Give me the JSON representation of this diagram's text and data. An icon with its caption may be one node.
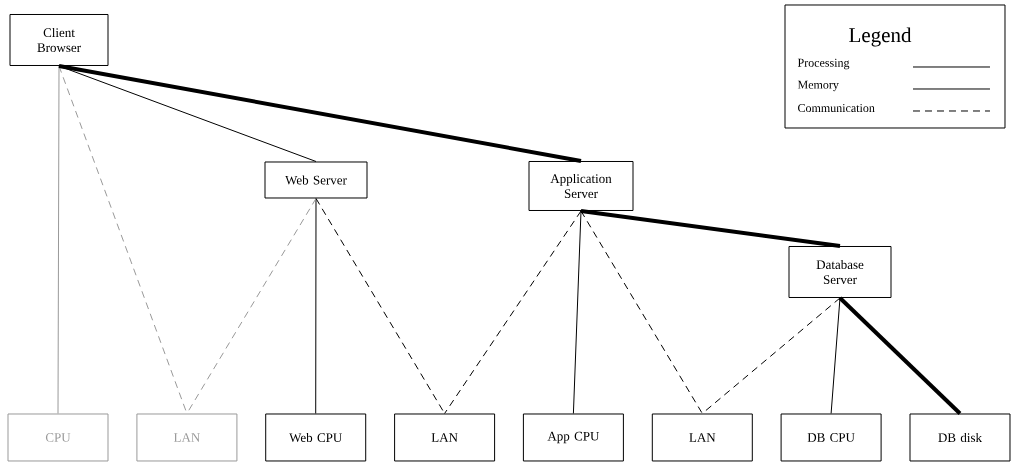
{
  "diagram": {
    "nodes": [
      {
        "text": [
          "Client Browser"
        ]
      },
      {
        "text": [
          "Web Server"
        ]
      },
      {
        "text": [
          "Application Server"
        ]
      },
      {
        "text": [
          "Database Server"
        ]
      },
      {
        "text": [
          "CPU"
        ]
      },
      {
        "text": [
          "LAN"
        ]
      },
      {
        "text": [
          "Web CPU"
        ]
      },
      {
        "text": [
          "LAN"
        ]
      },
      {
        "text": [
          "App CPU"
        ]
      },
      {
        "text": [
          "LAN"
        ]
      },
      {
        "text": [
          "DB CPU"
        ]
      },
      {
        "text": [
          "DB disk"
        ]
      }
    ],
    "edges": [
      {
        "from": 0,
        "to": 4,
        "arrow": "none",
        "color": "#999999"
      },
      {
        "from": 0,
        "to": 5,
        "arrow": "none",
        "style": "dashed",
        "color": "#999999"
      },
      {
        "from": 0,
        "to": 1,
        "arrow": "none"
      },
      {
        "from": 0,
        "to": 2,
        "arrow": "none",
        "style": "thick"
      },
      {
        "from": 1,
        "to": 6,
        "arrow": "none"
      },
      {
        "from": 1,
        "to": 5,
        "arrow": "none",
        "style": "dashed",
        "color": "#999999"
      },
      {
        "from": 1,
        "to": 7,
        "arrow": "none",
        "style": "dashed"
      },
      {
        "from": 2,
        "to": 7,
        "arrow": "none",
        "style": "dashed"
      },
      {
        "from": 2,
        "to": 8,
        "arrow": "none"
      },
      {
        "from": 2,
        "to": 9,
        "arrow": "none",
        "style": "dashed"
      },
      {
        "from": 2,
        "to": 3,
        "arrow": "none",
        "style": "thick"
      },
      {
        "from": 3,
        "to": 9,
        "arrow": "none",
        "style": "dashed"
      },
      {
        "from": 3,
        "to": 10,
        "arrow": "none"
      },
      {
        "from": 3,
        "to": 11,
        "arrow": "none",
        "style": "thick"
      }
    ],
    "labels": [
      "Legend"
    ],
    "legend": [
      {
        "text": "Processing"
      },
      {
        "text": "Memory"
      },
      {
        "text": "Communication"
      }
    ]
  }
}
